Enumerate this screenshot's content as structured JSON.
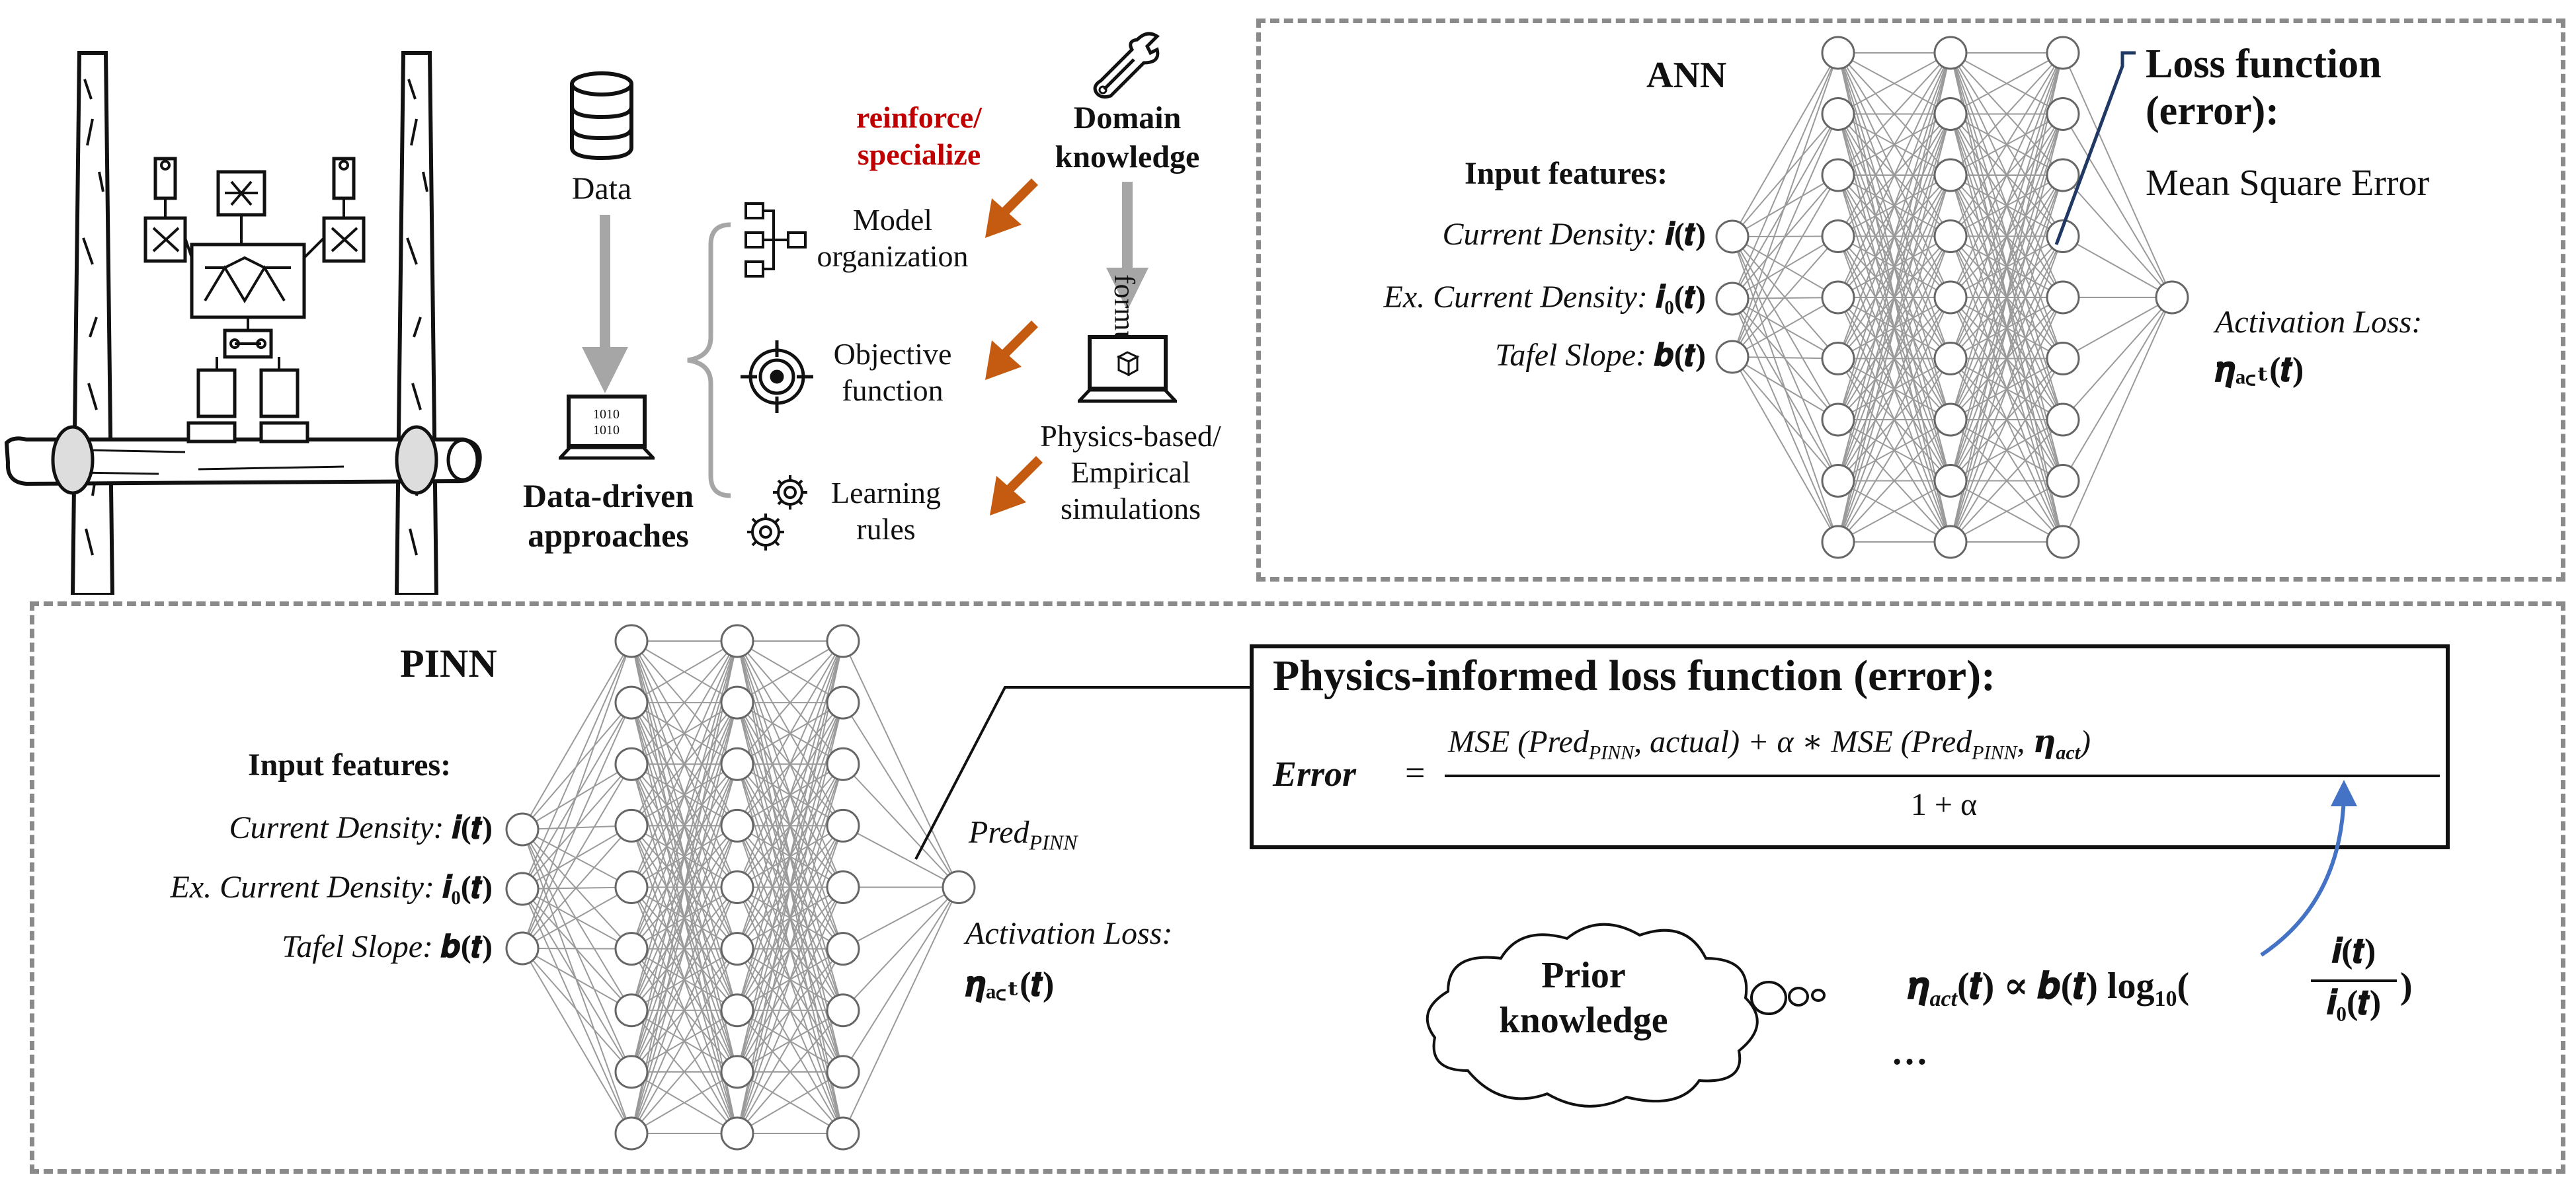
{
  "top_left": {
    "data_label": "Data",
    "data_driven_label": "Data-driven\napproaches",
    "reinforce_label": "reinforce/\nspecialize",
    "domain_label": "Domain\nknowledge",
    "formulate_label": "formulate",
    "model_org_label": "Model\norganization",
    "objective_label": "Objective\nfunction",
    "learning_label": "Learning\nrules",
    "physics_sim_label": "Physics-based/\nEmpirical\nsimulations",
    "computer_screen_text": "1010\n1010",
    "colors": {
      "reinforce": "#c00000",
      "arrow_orange": "#c55a11",
      "arrow_gray": "#a6a6a6"
    }
  },
  "ann": {
    "title": "ANN",
    "input_heading": "Input features:",
    "features": [
      {
        "label": "Current Density: ",
        "symbol": "𝒊(𝒕)"
      },
      {
        "label": "Ex. Current Density: ",
        "symbol": "𝒊₀(𝒕)"
      },
      {
        "label": "Tafel Slope: ",
        "symbol": "𝒃(𝒕)"
      }
    ],
    "loss_title": "Loss function\n(error):",
    "loss_subtitle": "Mean Square Error",
    "output_label": "Activation Loss:",
    "output_symbol": "𝜼ₐ꜀ₜ(𝒕)"
  },
  "pinn": {
    "title": "PINN",
    "input_heading": "Input features:",
    "features": [
      {
        "label": "Current Density: ",
        "symbol": "𝒊(𝒕)"
      },
      {
        "label": "Ex. Current Density: ",
        "symbol": "𝒊₀(𝒕)"
      },
      {
        "label": "Tafel Slope: ",
        "symbol": "𝒃(𝒕)"
      }
    ],
    "pred_label": "Pred",
    "pred_sub": "PINN",
    "output_label": "Activation Loss:",
    "output_symbol": "𝜼ₐ꜀ₜ(𝒕)",
    "loss_box_title": "Physics-informed loss function (error):",
    "error_lhs": "Error",
    "equals": "=",
    "numerator_a": "MSE (Pred",
    "numerator_a_sub": "PINN",
    "numerator_b": ", actual)  +  α ∗  MSE (Pred",
    "numerator_b_sub": "PINN",
    "numerator_c": ", ",
    "numerator_eta": "𝜼",
    "numerator_eta_sub": "act",
    "numerator_end": ")",
    "denominator": "1 + α",
    "prior_knowledge": "Prior\nknowledge",
    "tafel_eq_lhs": "𝜼",
    "tafel_eq_lhs_sub": "act",
    "tafel_eq_mid": "(𝒕) ∝ 𝒃(𝒕) log",
    "tafel_eq_log_sub": "10",
    "tafel_eq_open": "(",
    "tafel_eq_num": "𝒊(𝒕)",
    "tafel_eq_den": "𝒊₀(𝒕)",
    "tafel_eq_close": ")",
    "ellipsis": "…",
    "colors": {
      "curve_arrow": "#4472c4"
    }
  },
  "network": {
    "ann_layers": [
      3,
      9,
      9,
      9,
      1
    ],
    "pinn_layers": [
      3,
      9,
      9,
      9,
      1
    ]
  }
}
